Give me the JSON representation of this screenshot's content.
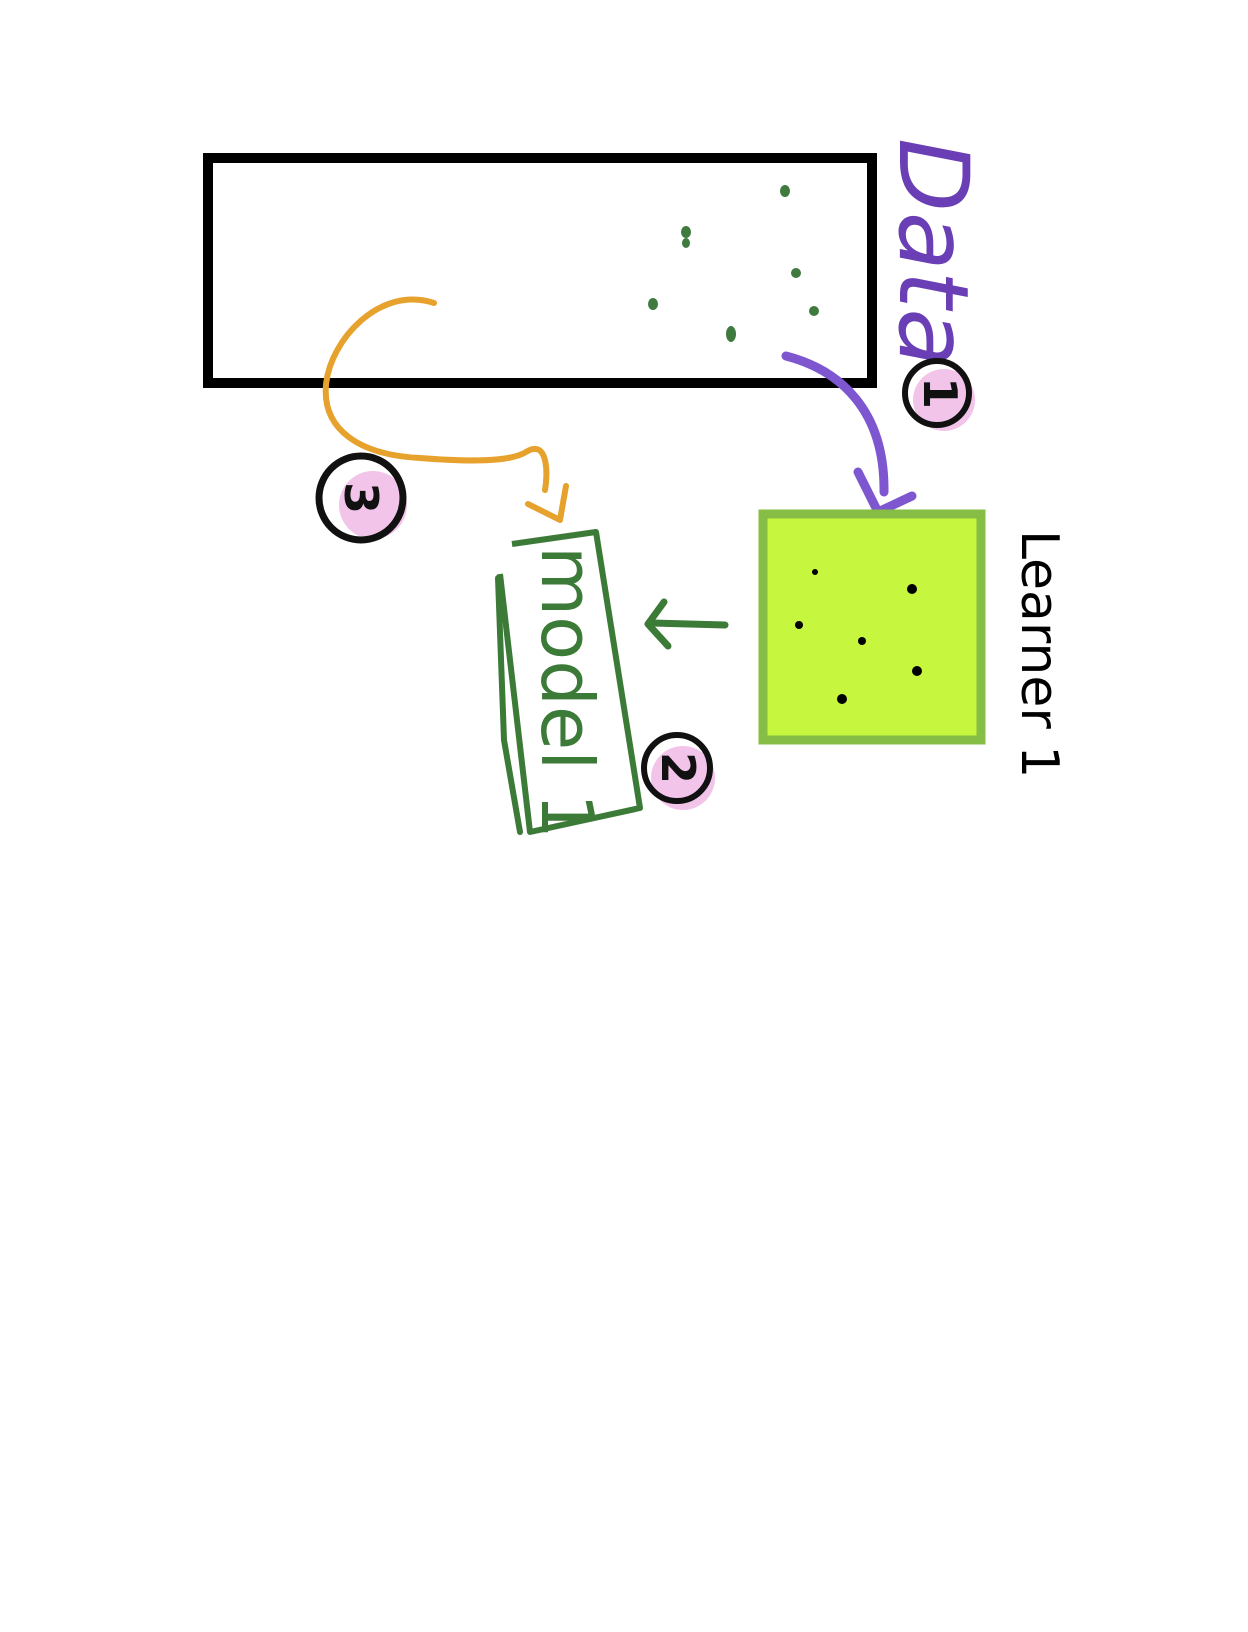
{
  "diagram": {
    "data_label": "Data",
    "learner_label": "Learner 1",
    "model_label": "model 1",
    "steps": [
      "1",
      "2",
      "3"
    ]
  },
  "colors": {
    "data_box_stroke": "#000000",
    "data_dots": "#3f7a3e",
    "data_label": "#6a3fb5",
    "purple_arrow": "#7e57d0",
    "learner_fill": "#c6f63e",
    "learner_stroke": "#86be45",
    "learner_dots": "#000000",
    "model_box": "#3c7a38",
    "orange_arrow": "#e6a22c",
    "badge_fill": "#f2c4ea",
    "badge_stroke": "#1a0a1a"
  }
}
